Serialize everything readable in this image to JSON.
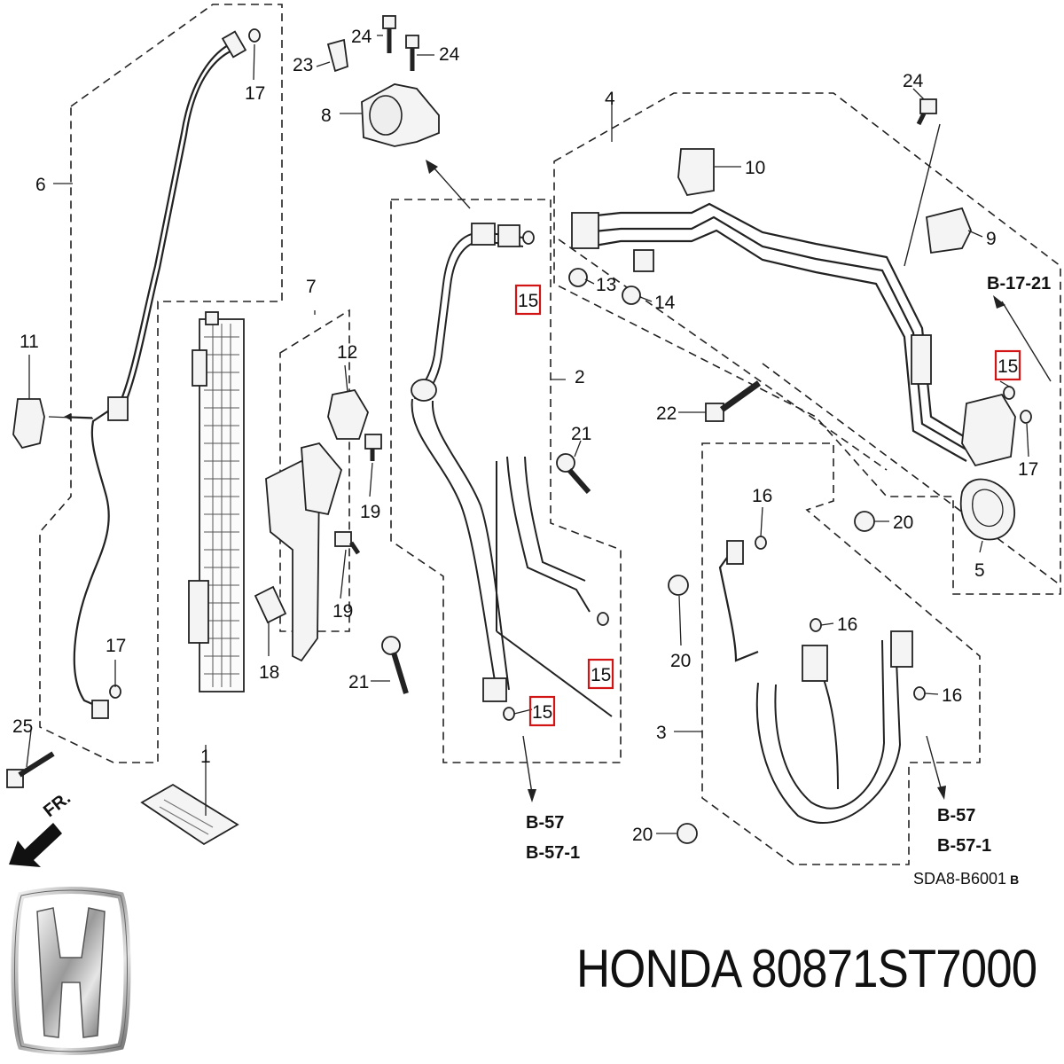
{
  "diagram": {
    "callouts": [
      "1",
      "2",
      "3",
      "4",
      "5",
      "6",
      "7",
      "8",
      "9",
      "10",
      "11",
      "12",
      "13",
      "14",
      "15",
      "16",
      "17",
      "18",
      "19",
      "20",
      "21",
      "22",
      "23",
      "24",
      "25"
    ],
    "references": {
      "b17_21": "B-17-21",
      "b57": "B-57",
      "b57_1": "B-57-1"
    },
    "code": "SDA8-B6001",
    "code_suffix": "B",
    "fr_arrow": "FR.",
    "highlight_color": "#d21414"
  },
  "brand": {
    "logo": "honda-h-logo",
    "letter": "H"
  },
  "part_label": "HONDA 80871ST7000"
}
